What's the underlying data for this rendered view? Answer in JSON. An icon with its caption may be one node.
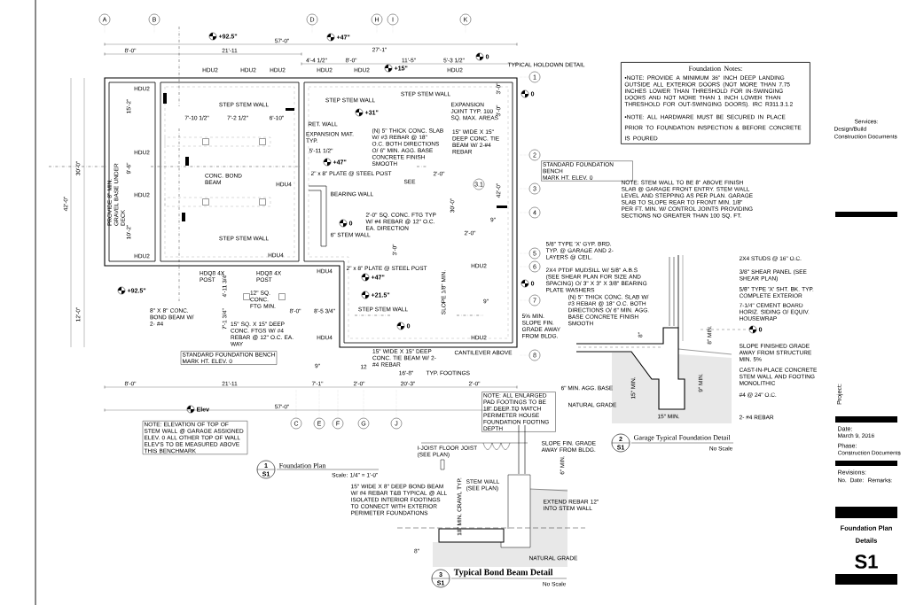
{
  "diagram": {
    "nodes": [
      {
        "text": [
          "Foundation Notes:",
          "•NOTE: PROVIDE A MINIMUM 36\" INCH DEEP LANDING OUTSIDE ALL EXTERIOR DOORS (NOT MORE THAN 7.75 INCHES LOWER THAN THRESHOLD FOR IN-SWINGING DOORS AND NOT MORE THAN 1 INCH LOWER THAN THRESHOLD FOR OUT-SWINGING DOORS). IRC R311.3.1.2",
          "•NOTE: ALL HARDWARE MUST BE SECURED IN PLACE PRIOR TO FOUNDATION INSPECTION & BEFORE CONCRETE IS POURED"
        ]
      },
      {
        "text": [
          "STANDARD FOUNDATION BENCH",
          "MARK HT. ELEV. 0"
        ]
      },
      {
        "text": [
          "STANDARD FOUNDATION BENCH",
          "MARK HT. ELEV. 0"
        ]
      },
      {
        "text": [
          "NOTE: ALL ENLARGED PAD FOOTINGS TO BE 18\" DEEP TO MATCH PERIMETER HOUSE FOUNDATION FOOTING DEPTH"
        ]
      },
      {
        "text": [
          "NOTE: ELEVATION OF TOP OF STEM WALL @ GARAGE ASSIGNED ELEV. 0 ALL OTHER TOP OF WALL ELEV'S TO BE MEASURED ABOVE THIS BENCHMARK"
        ]
      },
      {
        "text": [
          "1",
          "S1"
        ],
        "beside": [
          "Foundation Plan",
          "Scale: 1/4\" = 1'-0\""
        ]
      },
      {
        "text": [
          "2",
          "S1"
        ],
        "beside": [
          "Garage Typical Foundation Detail",
          "No Scale"
        ]
      },
      {
        "text": [
          "3",
          "S1"
        ],
        "beside": [
          "Typical Bond Beam Detail",
          "No Scale"
        ]
      }
    ],
    "labels": [
      "A",
      "B",
      "D",
      "H",
      "I",
      "K",
      "+92.5\"",
      "+47\"",
      "+15\"",
      "0",
      "0",
      "+31\"",
      "+47\"",
      "0",
      "+47\"",
      "+21.5\"",
      "0",
      "0",
      "+92.5\"",
      "57'-0\"",
      "8'-0\"",
      "21'-11",
      "27'-1\"",
      "4'-4 1/2\"",
      "8'-0\"",
      "11'-5\"",
      "5'-3 1/2\"",
      "TYPICAL HOLDOWN DETAIL",
      "HDU2",
      "HDU2",
      "HDU2",
      "HDU2",
      "HDU2",
      "HDU2",
      "HDU2",
      "HDU2",
      "HDU2",
      "HDU2",
      "HDU4",
      "HDU4",
      "HDU4",
      "HDU2",
      "HDU4",
      "HDU2",
      "1",
      "2",
      "3",
      "4",
      "5",
      "6",
      "7",
      "8",
      "3.1",
      "STEP STEM WALL",
      "STEP STEM WALL",
      "STEP STEM WALL",
      "STEP STEM WALL",
      "STEP STEM WALL",
      "7'-10 1/2\"",
      "7'-2 1/2\"",
      "6'-10\"",
      "15'-2\"",
      "9'-6\"",
      "10'-2\"",
      "CONC. BOND BEAM",
      "PROVIDE 8\" MIN. GRAVEL BASE UNDER DECK",
      "HDQ8 4X POST",
      "HDQ8 4X POST",
      "12\" SQ. CONC. FTG MIN.",
      "8\" X 8\" CONC. BOND BEAM W/ 2- #4",
      "15\" SQ. X 15\" DEEP CONC. FTGS W/ #4 REBAR @ 12\" O.C. EA. WAY",
      "4'-11 3/4\"",
      "7'-1 3/4\"",
      "8'-0\"",
      "8'-5 3/4\"",
      "RET. WALL",
      "EXPANSION MAT. TYP.",
      "(N) 5\" THICK CONC. SLAB W/ #3 REBAR @ 18\" O.C. BOTH DIRECTIONS O/ 6\" MIN. AGG. BASE CONCRETE FINISH SMOOTH",
      "EXPANSION JOINT TYP. 100 SQ. MAX. AREAS",
      "15\" WIDE X 15\" DEEP CONC. TIE BEAM W/ 2-#4 REBAR",
      "5'-11 1/2\"",
      "2\" x 8\" PLATE @ STEEL POST",
      "SEE",
      "BEARING WALL",
      "6\" STEM WALL",
      "2'-0\" SQ. CONC. FTG TYP W/ #4 REBAR @ 12\" O.C. EA. DIRECTION",
      "2\" x 8\" PLATE @ STEEL POST",
      "30'-0\"",
      "3'-0\"",
      "SLOPE 1/8\" MIN.",
      "42'-0\"",
      "3'-0\"",
      "3'-0\"",
      "2'-0\"",
      "2'-0\"",
      "9\"",
      "9\"",
      "5% MIN. SLOPE FIN. GRADE AWAY FROM BLDG.",
      "15\" WIDE X 15\" DEEP CONC. TIE BEAM W/ 2-#4 REBAR",
      "CANTILEVER ABOVE",
      "9\"",
      "12",
      "16'-8\"",
      "TYP. FOOTINGS",
      "8'-0\"",
      "21'-11",
      "7'-1\"",
      "2'-0\"",
      "20'-3\"",
      "2'-0\"",
      "57'-0\"",
      "30'-0\"",
      "42'-0\"",
      "12'-0\"",
      "C",
      "E",
      "F",
      "G",
      "J",
      "Elev",
      "0",
      "NOTE: STEM WALL TO BE 8\" ABOVE FINISH SLAB @ GARAGE FRONT ENTRY. STEM WALL LEVEL AND STEPPING AS PER PLAN. GARAGE SLAB TO SLOPE REAR TO FRONT MIN. 1/8\" PER FT. MIN. W/ CONTROL JOINTS PROVIDING SECTIONS NO GREATER THAN 100 SQ. FT.",
      "5/8\" TYPE 'X' GYP. BRD. TYP. @ GARAGE AND 2-LAYERS @ CEIL.",
      "2X4 PTDF MUDSILL W/ 5/8\" A.B.S (SEE SHEAR PLAN FOR SIZE AND SPACING) O/ 3\" X 3\" X 3/8\" BEARING PLATE WASHERS",
      "(N) 5\" THICK CONC. SLAB W/ #3 REBAR @ 18\" O.C. BOTH DIRECTIONS O/ 6\" MIN. AGG. BASE CONCRETE FINISH SMOOTH",
      "2X4 STUDS @ 16\" O.C.",
      "3/8\" SHEAR PANEL (SEE SHEAR PLAN)",
      "5/8\" TYPE 'X' SHT. BK. TYP. COMPLETE EXTERIOR",
      "7-1/4\" CEMENT BOARD HORIZ. SIDING O/ EQUIV. HOUSEWRAP",
      "SLOPE FINISHED GRADE AWAY FROM STRUCTURE MIN. 5%",
      "CAST-IN-PLACE CONCRETE STEM WALL AND FOOTING MONOLITHIC",
      "#4 @ 24\" O.C.",
      "2- #4 REBAR",
      "6\" MIN. AGG. BASE",
      "NATURAL GRADE",
      "8\"",
      "8\" MIN.",
      "15\" MIN.",
      "9\" MIN.",
      "15\" MIN.",
      "I-JOIST FLOOR JOIST (SEE PLAN)",
      "SLOPE FIN. GRADE AWAY FROM BLDG.",
      "STEM WALL (SEE PLAN)",
      "15\" WIDE X 8\" DEEP BOND BEAM W/ #4 REBAR T&B TYPICAL @ ALL ISOLATED INTERIOR FOOTINGS TO CONNECT WITH EXTERIOR PERIMETER FOUNDATIONS",
      "18\" MIN. CRAWL TYP.",
      "6\" MIN.",
      "EXTEND REBAR 12\" INTO STEM WALL",
      "NATURAL GRADE",
      "8\"",
      "Services:",
      "Design/Build",
      "Construction Documents",
      "Project:",
      "Date:",
      "March 9, 2016",
      "Phase:",
      "Construction Documents",
      "Revisions:",
      "No.",
      "Date:",
      "Remarks:",
      "Foundation Plan",
      "Details",
      "S1"
    ]
  }
}
